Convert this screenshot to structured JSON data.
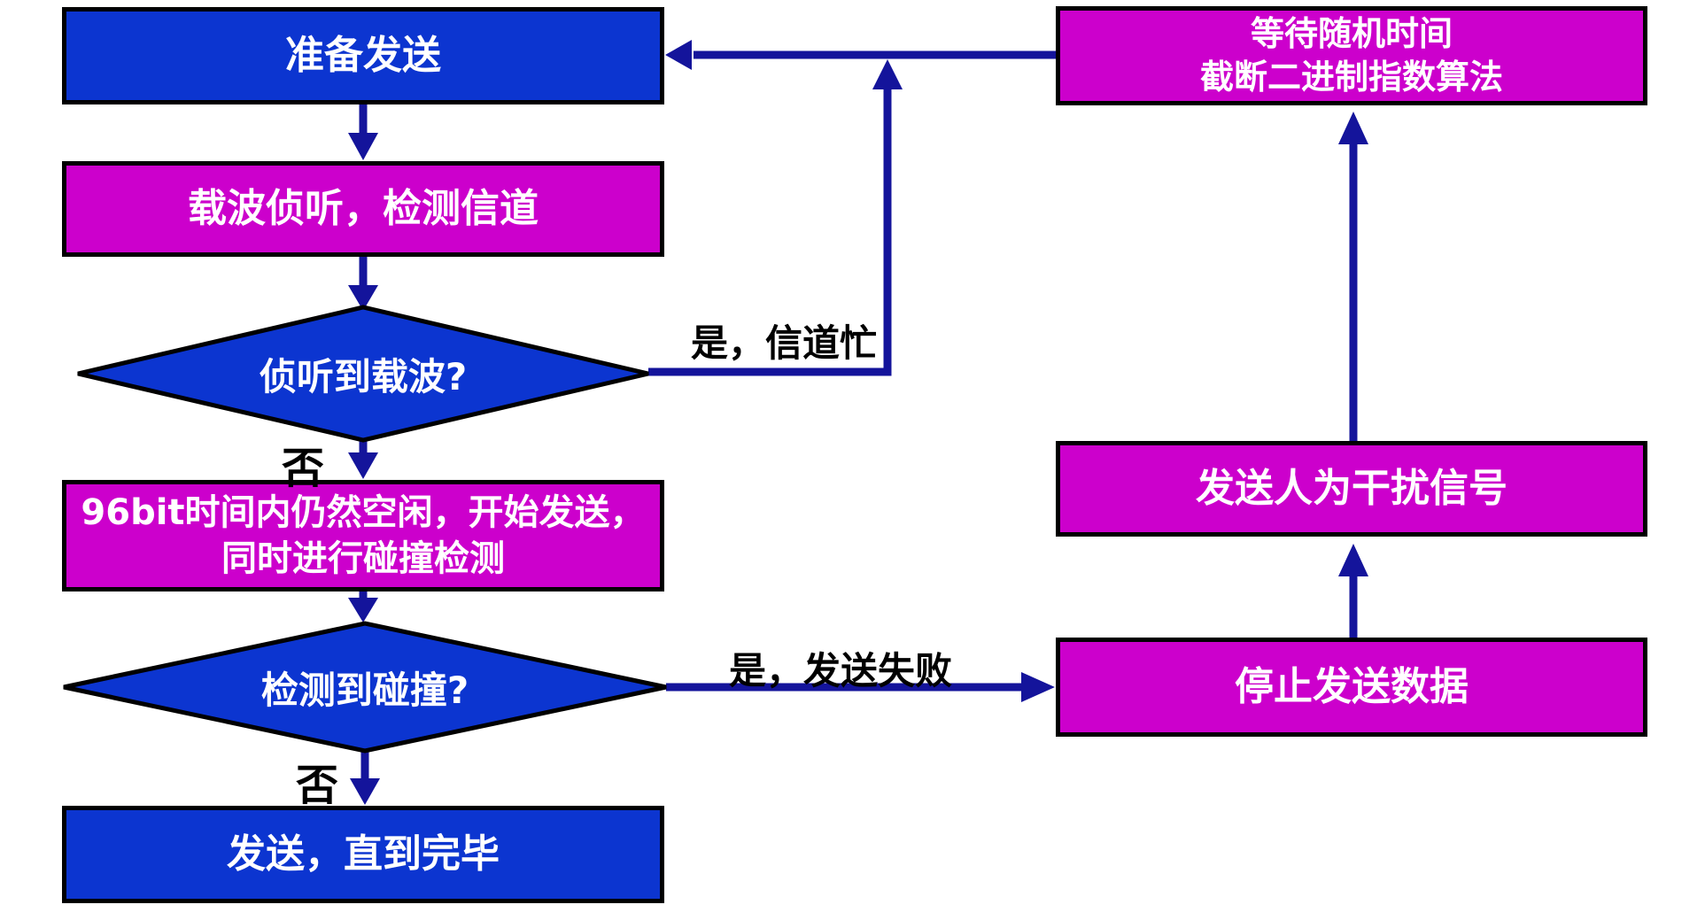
{
  "nodes": {
    "prepare": {
      "label": "准备发送"
    },
    "carrier_sense": {
      "label": "载波侦听，检测信道"
    },
    "carrier_detected": {
      "label": "侦听到载波?"
    },
    "start_send": {
      "line1": "96bit时间内仍然空闲，开始发送，",
      "line2": "同时进行碰撞检测"
    },
    "collision_detected": {
      "label": "检测到碰撞?"
    },
    "send_until_done": {
      "label": "发送，直到完毕"
    },
    "wait_random": {
      "line1": "等待随机时间",
      "line2": "截断二进制指数算法"
    },
    "jam_signal": {
      "label": "发送人为干扰信号"
    },
    "stop_send": {
      "label": "停止发送数据"
    }
  },
  "edge_labels": {
    "channel_busy": "是，信道忙",
    "no_carrier": "否",
    "send_failed": "是，发送失败",
    "no_collision": "否"
  },
  "colors": {
    "process_blue": "#0C35D0",
    "process_magenta": "#CC00CC",
    "arrow_navy": "#14149B",
    "border": "#000000",
    "node_text": "#FFFFFF",
    "label_text": "#000000"
  }
}
